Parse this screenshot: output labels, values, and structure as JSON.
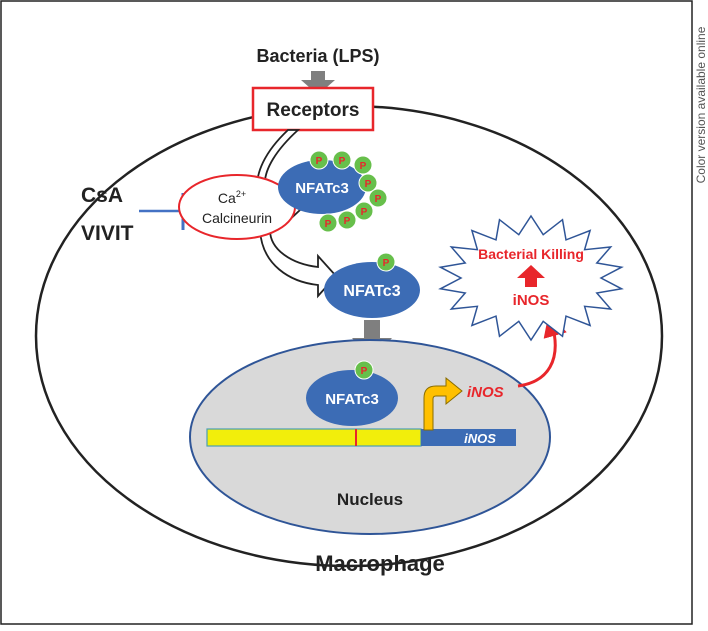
{
  "side_note": "Color version available online",
  "stimulus": "Bacteria (LPS)",
  "receptors": "Receptors",
  "inhibitors": {
    "line1": "CsA",
    "line2": "VIVIT"
  },
  "calcium": {
    "base": "Ca",
    "superscript": "2+"
  },
  "calcineurin": "Calcineurin",
  "nfat": "NFATc3",
  "phospho": "P",
  "gene_name": "iNOS",
  "killing": {
    "label": "Bacterial Killing",
    "enzyme": "iNOS"
  },
  "nucleus": "Nucleus",
  "cell": "Macrophage",
  "colors": {
    "accent_red": "#e8262b",
    "nfat_blue": "#3c6cb5",
    "phospho_green": "#67bf4b",
    "phospho_text": "#e8262b",
    "gene_yellow": "#f2ee0b",
    "arrow_yellow": "#ffc000",
    "nucleus_fill": "#d9d9d9",
    "inhibitor_blue": "#4472c4",
    "receptor_fill": "#ffffff"
  }
}
